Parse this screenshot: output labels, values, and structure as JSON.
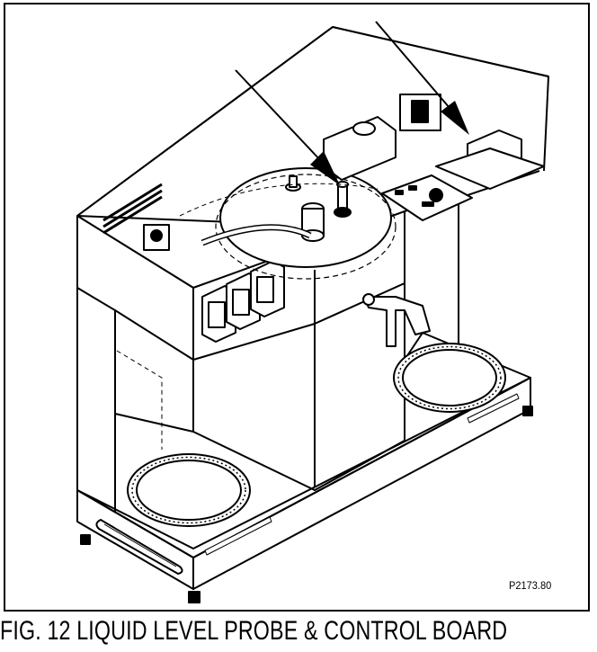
{
  "figure": {
    "part_number": "P2173.80",
    "caption": "FIG. 12 LIQUID LEVEL PROBE & CONTROL BOARD"
  },
  "icons": [
    "coffee-brewer-illustration",
    "pointer-arrow",
    "liquid-level-probe",
    "control-board",
    "rocker-switch",
    "warmer-plate",
    "faucet"
  ]
}
